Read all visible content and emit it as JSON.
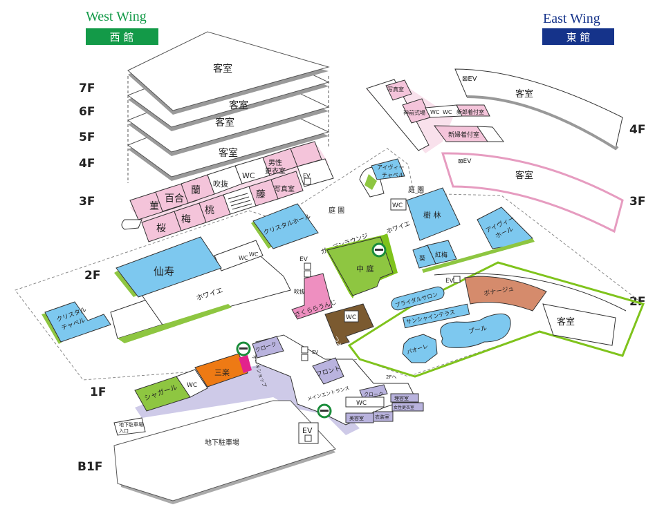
{
  "header": {
    "west_en": "West Wing",
    "west_jp": "西 館",
    "east_en": "East Wing",
    "east_jp": "東 館"
  },
  "floor_labels": {
    "w7": "7F",
    "w6": "6F",
    "w5": "5F",
    "w4": "4F",
    "w3": "3F",
    "w2": "2F",
    "w1": "1F",
    "wb1": "B1F",
    "e4": "4F",
    "e3": "3F",
    "e2": "2F"
  },
  "west_upper": {
    "room": "客室"
  },
  "west_3f": {
    "sumire": "菫",
    "yuri": "百合",
    "ran": "蘭",
    "fukinuke": "吹抜",
    "wc": "WC",
    "mens_dressing_1": "男性",
    "mens_dressing_2": "更衣室",
    "ev": "EV",
    "sakura": "桜",
    "ume": "梅",
    "momo": "桃",
    "fuji": "藤",
    "photo": "写真室"
  },
  "floor_2f": {
    "senju": "仙寿",
    "crystal_chapel_1": "クリスタル",
    "crystal_chapel_2": "チャペル",
    "foyer_w": "ホワイエ",
    "wc": "WC",
    "crystal_hall": "クリスタルホール",
    "garden_1": "庭 園",
    "garden_2": "庭 園",
    "garden_lounge": "ガーデンラウンジ",
    "ev": "EV",
    "courtyard": "中 庭",
    "fukinuke": "吹抜",
    "sakura_lounge": "さくららうんじ",
    "tsuruya": "つる家",
    "ivy_chapel_1": "アイヴィー",
    "ivy_chapel_2": "チャペル",
    "jurin": "樹 林",
    "foyer_e": "ホワイエ",
    "ivy_hall_1": "アイヴィー",
    "ivy_hall_2": "ホール",
    "aoi": "葵",
    "koubai": "紅梅",
    "bonage": "ボナージュ",
    "bridal_salon": "ブライダルサロン",
    "sunshine_terrace": "サンシャインテラス",
    "pool": "プール",
    "paole": "パオーレ",
    "guest_room": "客室"
  },
  "floor_1f": {
    "chagall": "シャガール",
    "wc": "WC",
    "sanraku": "三楽",
    "cake_shop": "ケーキショップ",
    "cloak_1": "クローク",
    "ev": "EV",
    "front": "フロント",
    "main_entrance": "メインエントランス",
    "to_2f": "2Fへ",
    "cloak_2": "クローク",
    "wc_2": "WC",
    "barber": "理容室",
    "womens_dressing": "女性更衣室",
    "beauty": "美容室",
    "costume": "衣装室",
    "parking_entrance_1": "地下駐車場",
    "parking_entrance_2": "入口"
  },
  "floor_b1": {
    "parking": "地下駐車場",
    "ev": "EV"
  },
  "east_4f": {
    "photo": "写真室",
    "shrine": "神前式場",
    "wc1": "WC",
    "wc2": "WC",
    "groom": "新郎着付室",
    "bride": "新婦着付室",
    "guest_room": "客室",
    "ev": "⊠EV"
  },
  "east_3f": {
    "guest_room": "客室",
    "ev": "⊠EV"
  },
  "colors": {
    "west_green": "#139a48",
    "east_blue": "#15338a",
    "banquet_blue": "#7dc8ef",
    "room_pink": "#f4c4da",
    "lawn_green": "#8ec641",
    "service_purple": "#b9b3de",
    "restaurant_orange": "#ee7a14",
    "tsuruya_brown": "#7b5a30",
    "bonage_brown": "#d58b6c",
    "lounge_pink": "#ee8fc0",
    "smoking_green": "#1a8c3a"
  }
}
